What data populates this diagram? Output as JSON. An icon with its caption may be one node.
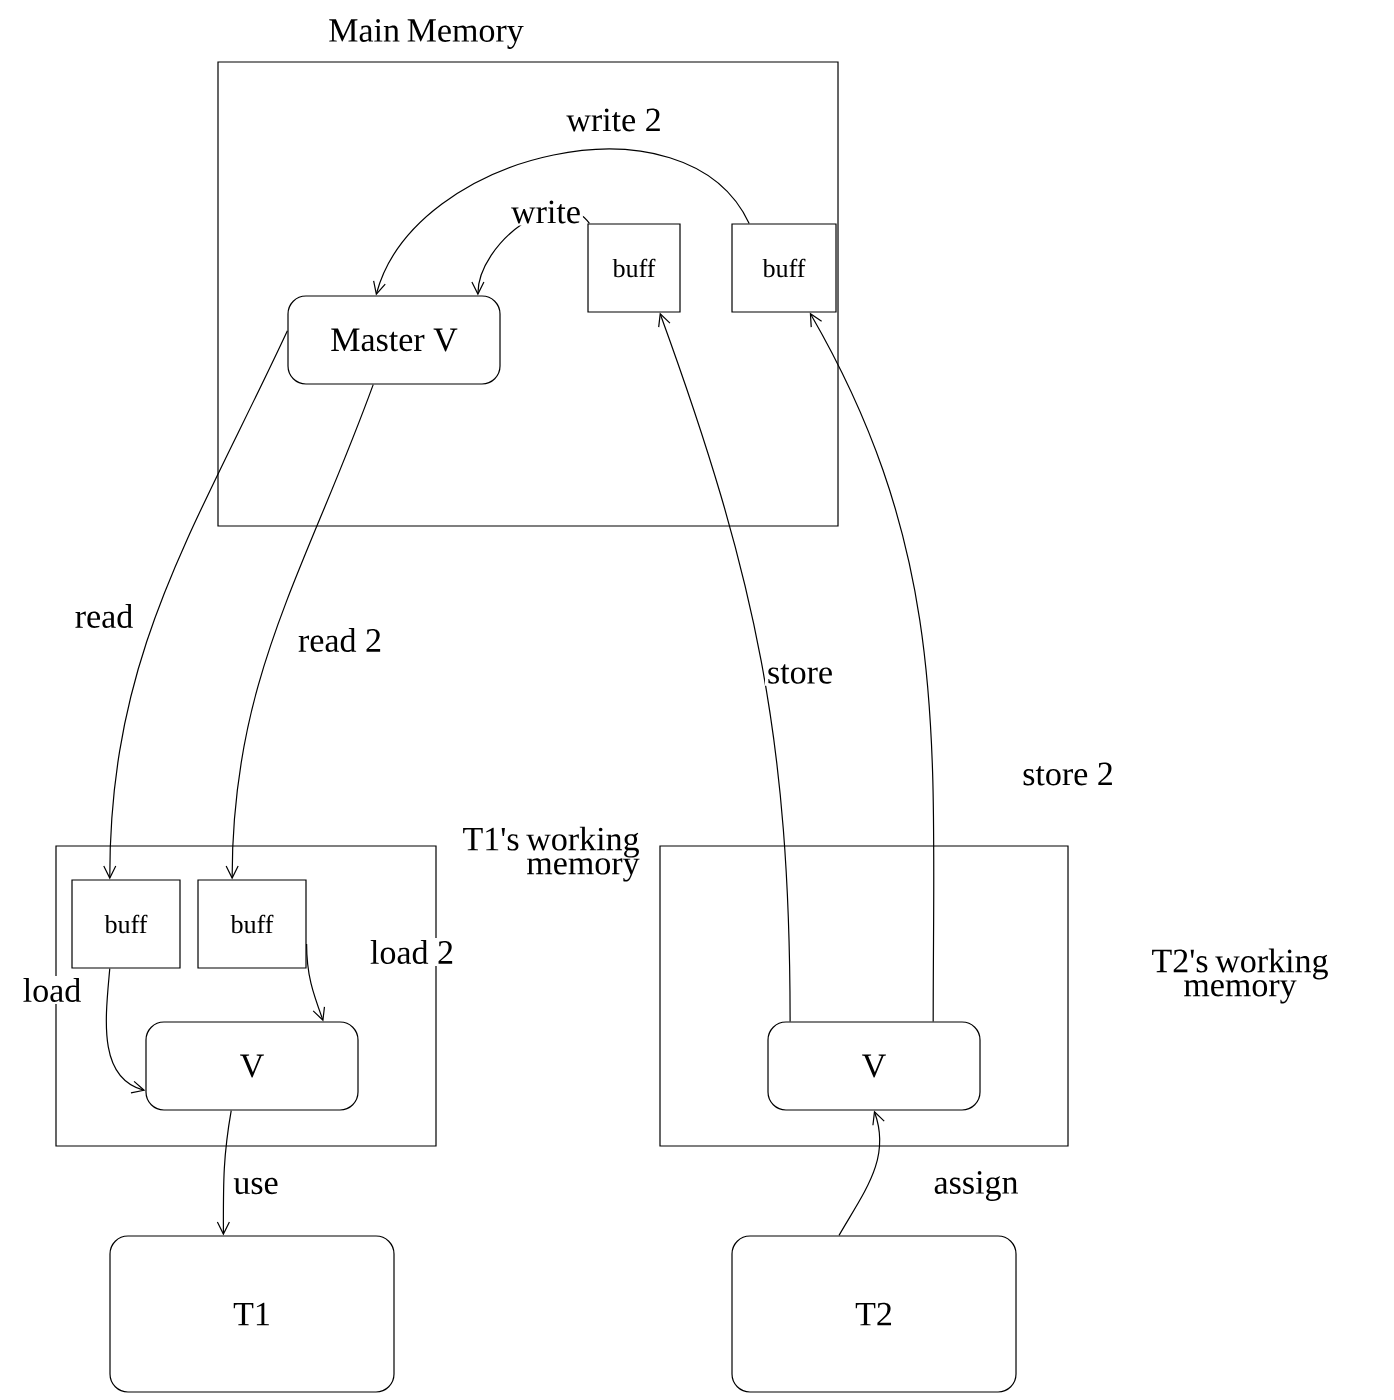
{
  "diagram": {
    "nodes": [
      {
        "text": [
          "Main Memory"
        ]
      },
      {
        "text": [
          "Master V"
        ],
        "in": 0
      },
      {
        "text": [
          "buff"
        ],
        "in": 0
      },
      {
        "text": [
          "buff"
        ],
        "in": 0
      },
      {
        "text": [
          "T1's working memory"
        ]
      },
      {
        "text": [
          "buff"
        ],
        "in": 4
      },
      {
        "text": [
          "buff"
        ],
        "in": 4
      },
      {
        "text": [
          "V"
        ],
        "in": 4
      },
      {
        "text": [
          "T2's working memory"
        ]
      },
      {
        "text": [
          "V"
        ],
        "in": 8
      },
      {
        "text": [
          "T1"
        ]
      },
      {
        "text": [
          "T2"
        ]
      }
    ],
    "edges": [
      {
        "from": 2,
        "to": 1,
        "arrow": "to",
        "label": "write"
      },
      {
        "from": 3,
        "to": 1,
        "arrow": "to",
        "label": "write 2"
      },
      {
        "from": 1,
        "to": 5,
        "arrow": "to",
        "label": "read"
      },
      {
        "from": 1,
        "to": 6,
        "arrow": "to",
        "label": "read 2"
      },
      {
        "from": 5,
        "to": 7,
        "arrow": "to",
        "label": "load"
      },
      {
        "from": 6,
        "to": 7,
        "arrow": "to",
        "label": "load 2"
      },
      {
        "from": 7,
        "to": 10,
        "arrow": "to",
        "label": "use"
      },
      {
        "from": 9,
        "to": 2,
        "arrow": "to",
        "label": "store"
      },
      {
        "from": 9,
        "to": 3,
        "arrow": "to",
        "label": "store 2"
      },
      {
        "from": 11,
        "to": 9,
        "arrow": "to",
        "label": "assign"
      }
    ]
  }
}
